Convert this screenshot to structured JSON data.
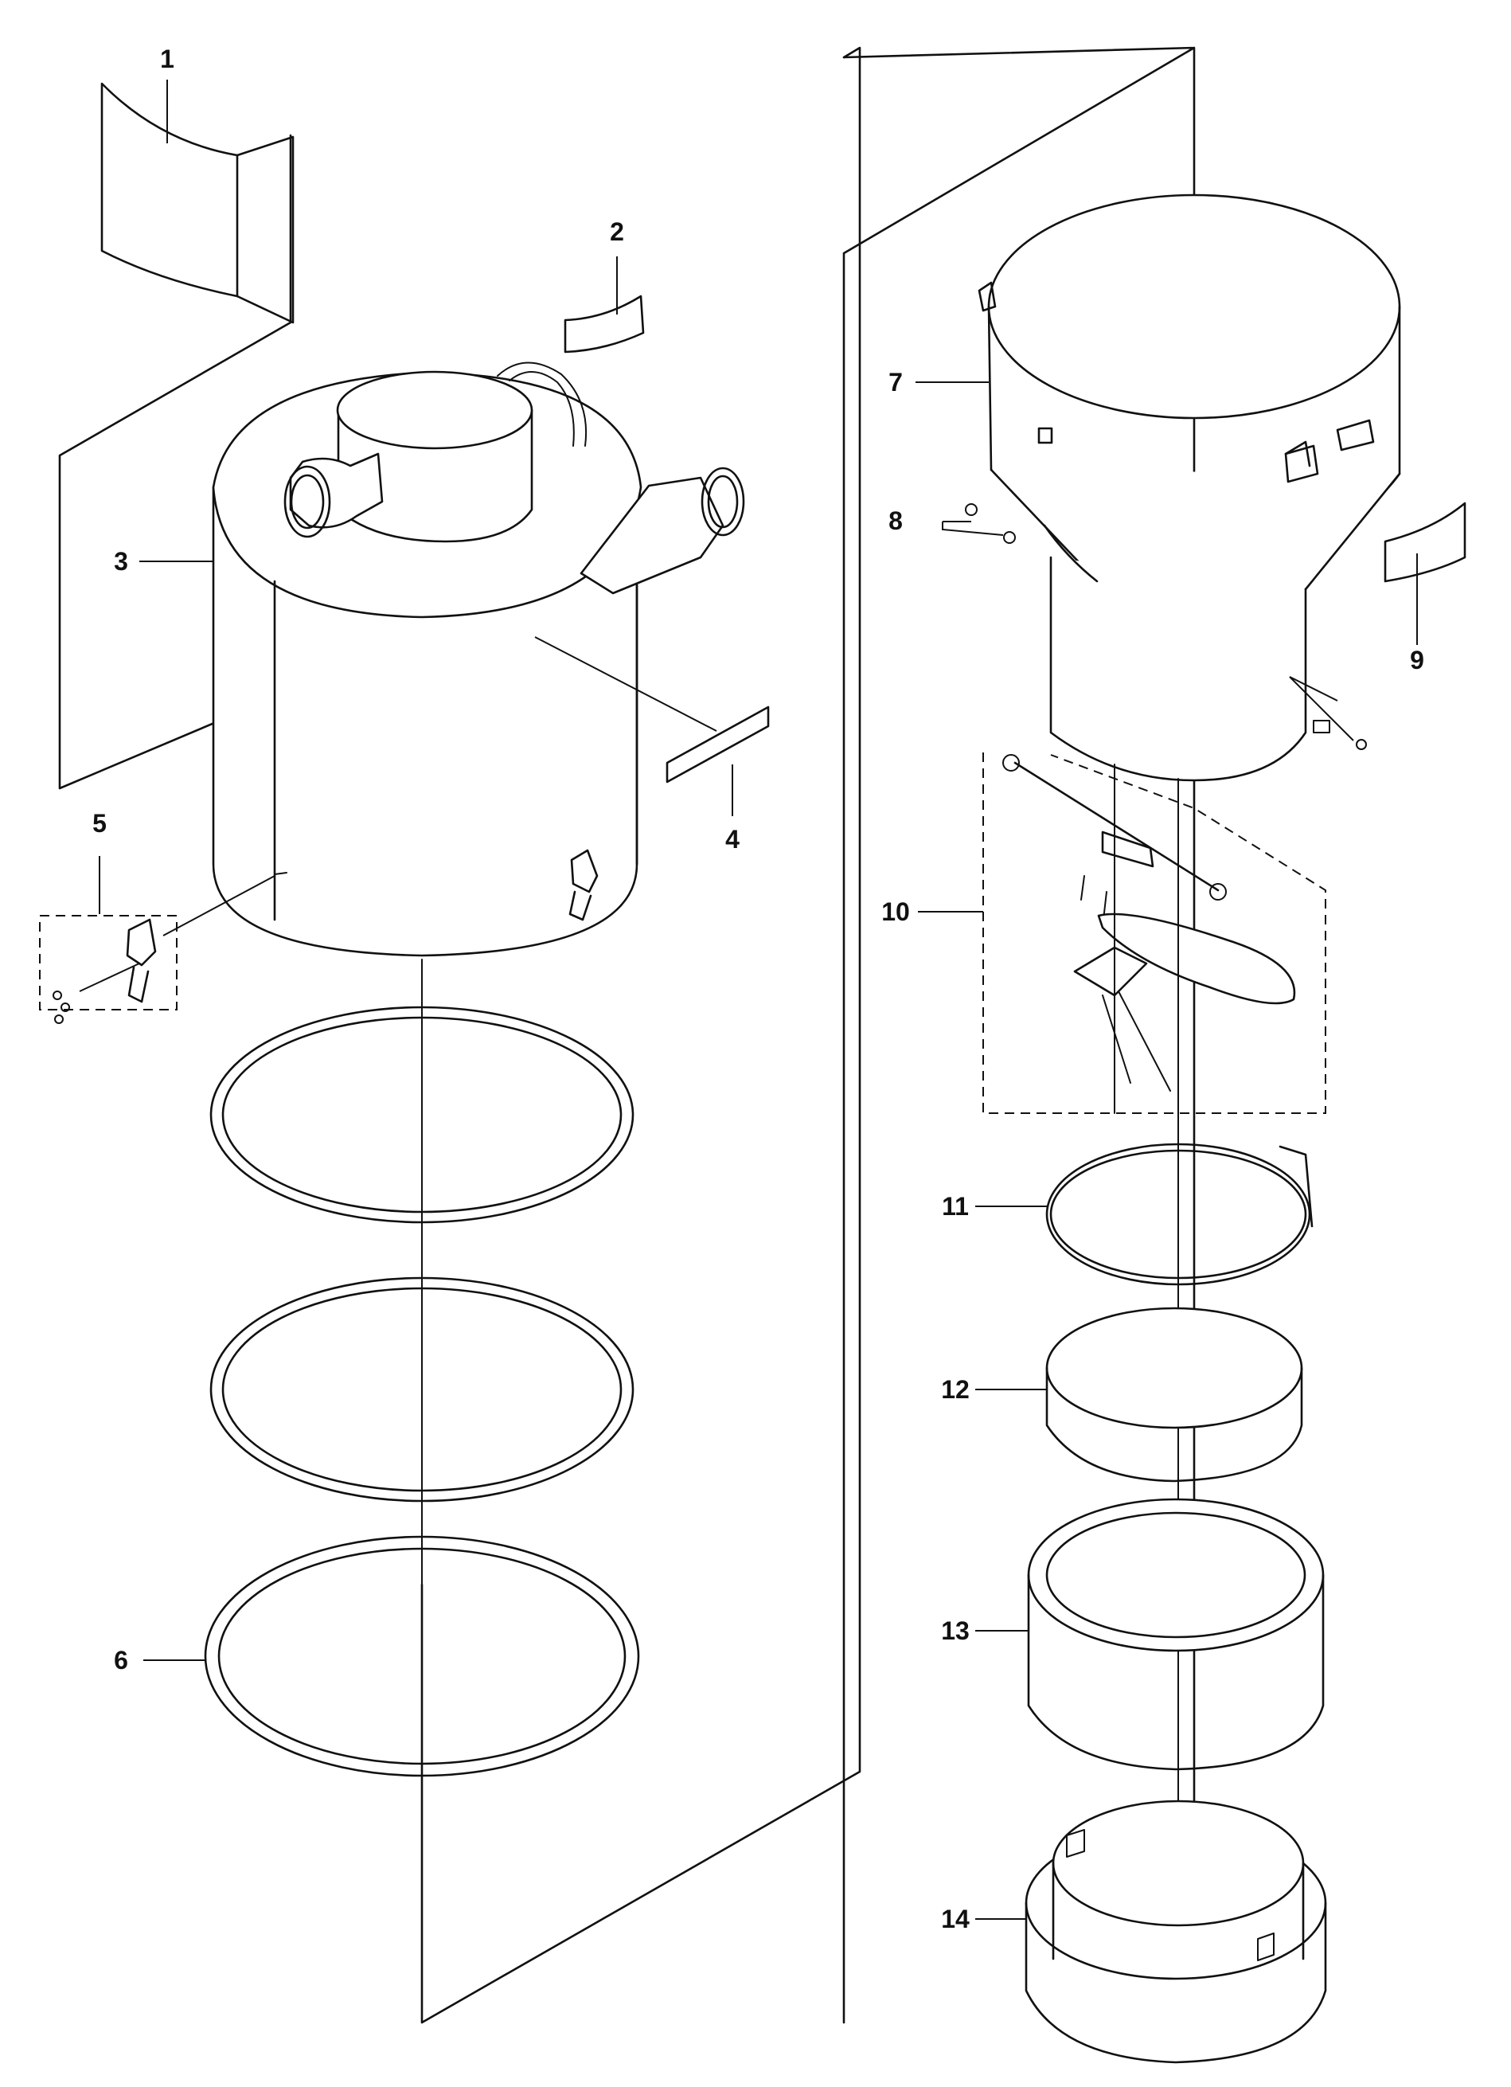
{
  "diagram": {
    "kind": "exploded-parts-view",
    "callouts": [
      {
        "id": "c1",
        "label": "1"
      },
      {
        "id": "c2",
        "label": "2"
      },
      {
        "id": "c3",
        "label": "3"
      },
      {
        "id": "c4",
        "label": "4"
      },
      {
        "id": "c5",
        "label": "5"
      },
      {
        "id": "c6",
        "label": "6"
      },
      {
        "id": "c7",
        "label": "7"
      },
      {
        "id": "c8",
        "label": "8"
      },
      {
        "id": "c9",
        "label": "9"
      },
      {
        "id": "c10",
        "label": "10"
      },
      {
        "id": "c11",
        "label": "11"
      },
      {
        "id": "c12",
        "label": "12"
      },
      {
        "id": "c13",
        "label": "13"
      },
      {
        "id": "c14",
        "label": "14"
      }
    ]
  }
}
